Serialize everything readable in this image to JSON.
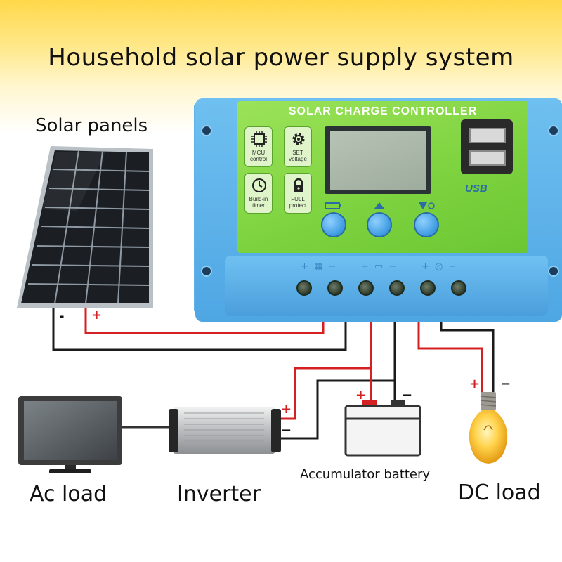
{
  "title": "Household solar power supply system",
  "labels": {
    "solar_panels": "Solar panels",
    "ac_load": "Ac load",
    "inverter": "Inverter",
    "battery": "Accumulator battery",
    "dc_load": "DC load"
  },
  "controller": {
    "face_title": "SOLAR CHARGE CONTROLLER",
    "features": [
      {
        "line1": "MCU",
        "line2": "control",
        "icon": "chip-icon"
      },
      {
        "line1": "SET",
        "line2": "voltage",
        "icon": "gear-icon"
      },
      {
        "line1": "Build-in",
        "line2": "timer",
        "icon": "clock-icon"
      },
      {
        "line1": "FULL",
        "line2": "protect",
        "icon": "lock-icon"
      }
    ],
    "usb_label": "USB",
    "terminal_marks": [
      "+ ▦ −",
      "+ ▭ −",
      "+ ◎ −"
    ]
  },
  "polarity": {
    "solar_minus": "-",
    "solar_plus": "+",
    "inverter_plus": "+",
    "inverter_minus": "−",
    "battery_plus": "+",
    "battery_minus": "−",
    "dc_plus": "+",
    "dc_minus": "−"
  },
  "colors": {
    "positive_wire": "#d42020",
    "negative_wire": "#1a1a1a",
    "controller_blue": "#4ea6e3",
    "controller_face": "#7cd23e"
  }
}
